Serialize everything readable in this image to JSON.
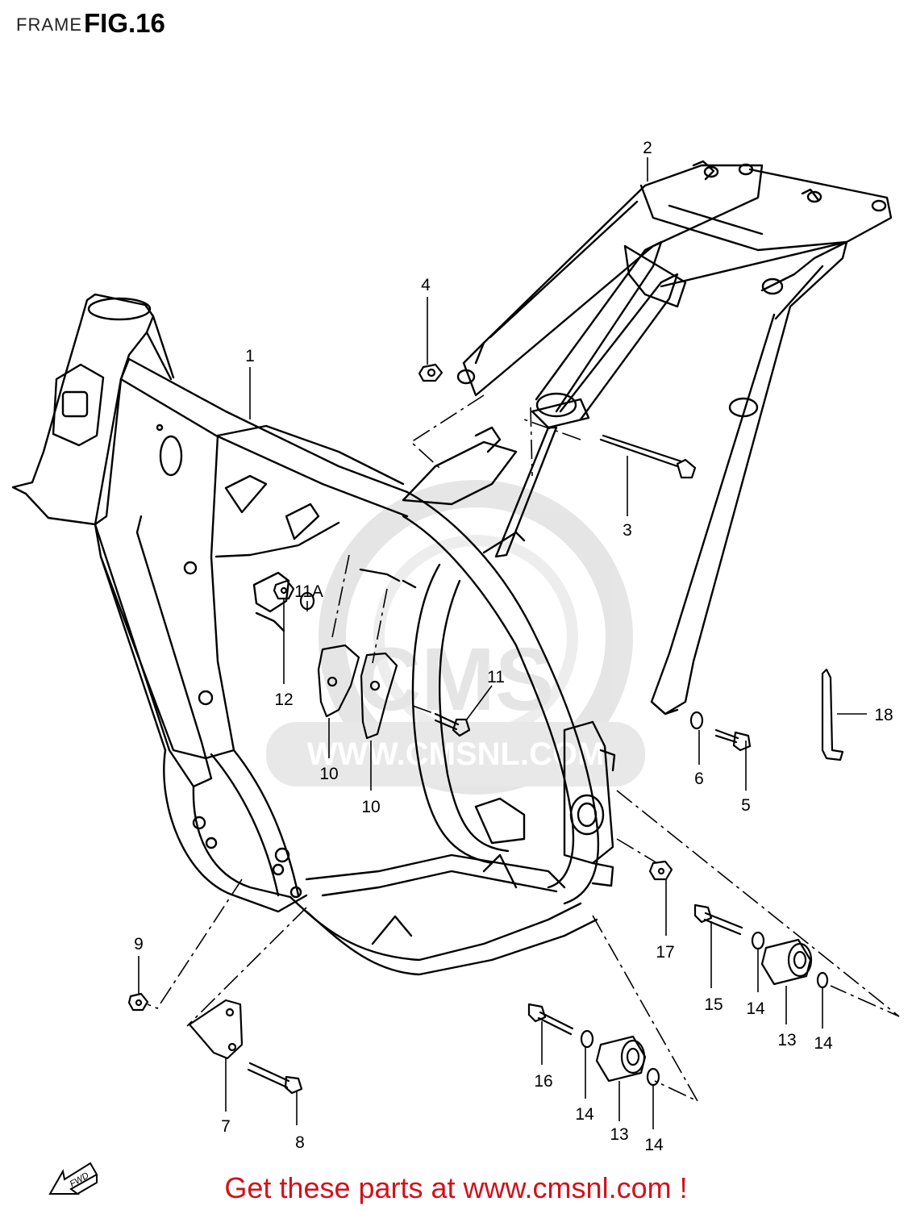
{
  "header": {
    "section": "FRAME",
    "figure": "FIG.16"
  },
  "callouts": {
    "c1": "1",
    "c2": "2",
    "c3": "3",
    "c4": "4",
    "c5": "5",
    "c6": "6",
    "c7": "7",
    "c8": "8",
    "c9": "9",
    "c10a": "10",
    "c10b": "10",
    "c11": "11",
    "c11a": "11A",
    "c12": "12",
    "c13a": "13",
    "c13b": "13",
    "c14a": "14",
    "c14b": "14",
    "c14c": "14",
    "c14d": "14",
    "c15": "15",
    "c16": "16",
    "c17": "17",
    "c18": "18"
  },
  "fwd_label": "FWD",
  "watermark": {
    "brand": "CMS",
    "url": "WWW.CMSNL.COM"
  },
  "footer": {
    "link_text": "Get these parts at www.cmsnl.com !"
  },
  "colors": {
    "line": "#000000",
    "footer_link": "#d0121b",
    "watermark": "#e3e3e3"
  }
}
